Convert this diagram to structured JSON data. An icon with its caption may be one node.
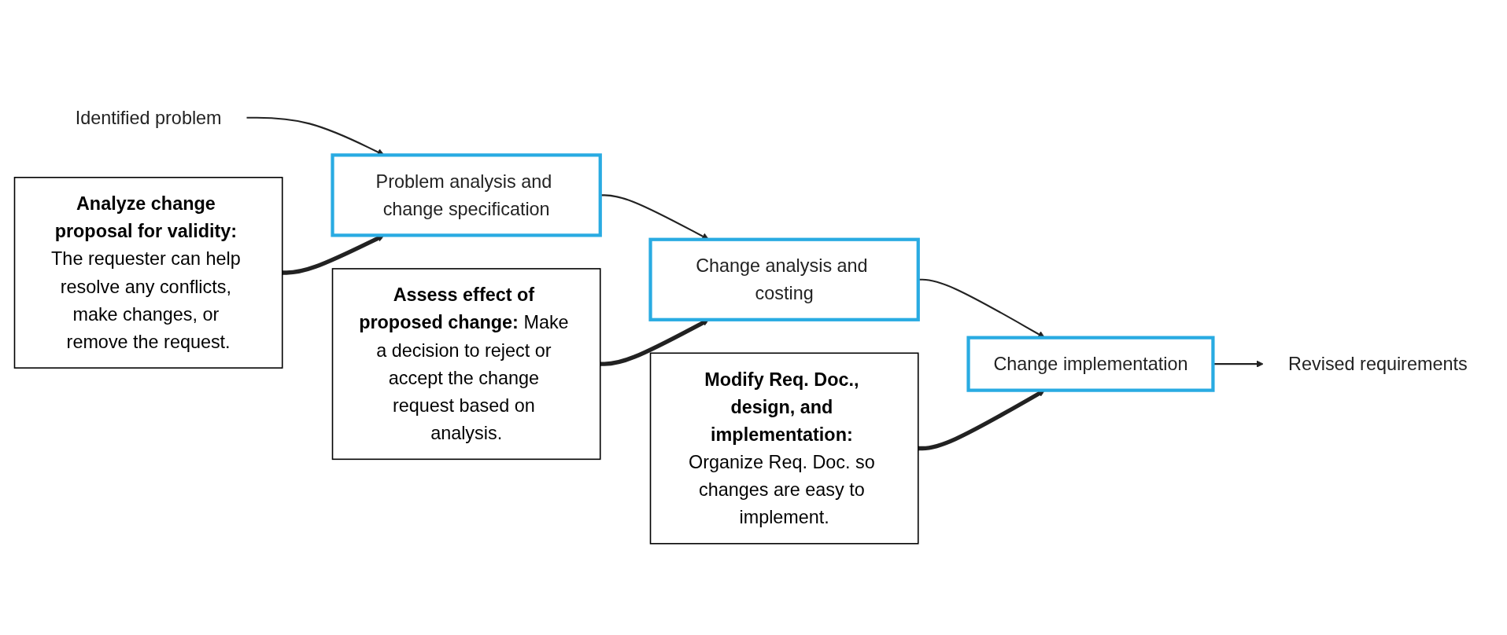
{
  "diagram": {
    "nodes": [
      {
        "text": [
          "Identified problem"
        ]
      },
      {
        "text": [
          "Problem analysis and change specification"
        ]
      },
      {
        "text": [
          "Change analysis and costing"
        ]
      },
      {
        "text": [
          "Change implementation"
        ]
      },
      {
        "text": [
          "Revised requirements"
        ]
      },
      {
        "text": [
          "**Analyze change proposal for validity:** The requester can help resolve any conflicts, make changes, or remove the request."
        ]
      },
      {
        "text": [
          "**Assess effect of proposed change:** Make a decision to reject or accept the change request based on analysis."
        ]
      },
      {
        "text": [
          "**Modify Req. Doc., design, and implementation:** Organize Req. Doc. so changes are easy to implement."
        ]
      }
    ],
    "edges": [
      {
        "from": 0,
        "to": 1,
        "arrow": "to"
      },
      {
        "from": 1,
        "to": 2,
        "arrow": "to"
      },
      {
        "from": 2,
        "to": 3,
        "arrow": "to"
      },
      {
        "from": 3,
        "to": 4,
        "arrow": "to"
      },
      {
        "from": 5,
        "to": 1,
        "arrow": "to",
        "style": "thick"
      },
      {
        "from": 6,
        "to": 2,
        "arrow": "to",
        "style": "thick"
      },
      {
        "from": 7,
        "to": 3,
        "arrow": "to",
        "style": "thick"
      }
    ]
  }
}
